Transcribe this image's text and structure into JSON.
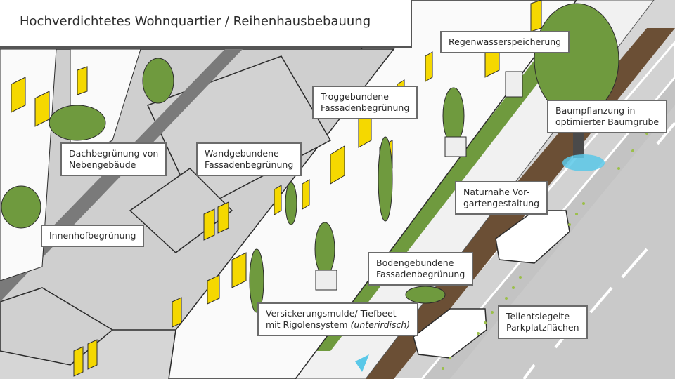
{
  "title": "Hochverdichtetes Wohnquartier / Reihenhausbebauung",
  "colors": {
    "roof": "#cfcfcf",
    "wall": "#ffffff",
    "window": "#f5d800",
    "green": "#6f9a3e",
    "street": "#cdcdcd",
    "soil": "#6b4f35",
    "water": "#5ac8e8",
    "outline": "#2b2b2b"
  },
  "callouts": [
    {
      "id": "regenwasser",
      "line1": "Regenwasserspeicherung",
      "line2": ""
    },
    {
      "id": "trog",
      "line1": "Troggebundene",
      "line2": "Fassadenbegrünung"
    },
    {
      "id": "baum",
      "line1": "Baumpflanzung in",
      "line2": "optimierter Baumgrube"
    },
    {
      "id": "dach",
      "line1": "Dachbegrünung von",
      "line2": "Nebengebäude"
    },
    {
      "id": "wand",
      "line1": "Wandgebundene",
      "line2": "Fassadenbegrünung"
    },
    {
      "id": "naturnah",
      "line1": "Naturnahe Vor-",
      "line2": "gartengestaltung"
    },
    {
      "id": "innenhof",
      "line1": "Innenhofbegrünung",
      "line2": ""
    },
    {
      "id": "boden",
      "line1": "Bodengebundene",
      "line2": "Fassadenbegrünung"
    },
    {
      "id": "versickerung",
      "line1": "Versickerungsmulde/ Tiefbeet",
      "line2": "mit Rigolensystem",
      "line2_italic": "(unterirdisch)"
    },
    {
      "id": "parkplatz",
      "line1": "Teilentsiegelte",
      "line2": "Parkplatzflächen"
    }
  ]
}
